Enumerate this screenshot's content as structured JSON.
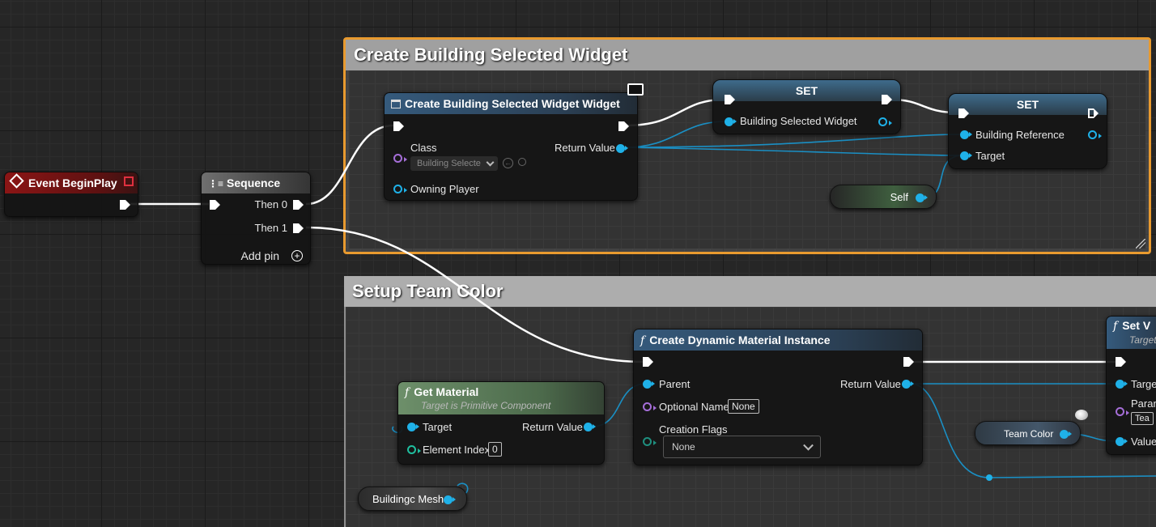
{
  "comments": {
    "create_widget": {
      "title": "Create Building Selected Widget"
    },
    "team_color": {
      "title": "Setup Team Color"
    }
  },
  "nodes": {
    "begin_play": {
      "title": "Event BeginPlay"
    },
    "sequence": {
      "title": "Sequence",
      "then0": "Then 0",
      "then1": "Then 1",
      "add_pin": "Add pin"
    },
    "create_widget": {
      "title": "Create Building Selected Widget Widget",
      "class_label": "Class",
      "class_value": "Building Selecte",
      "owning_player": "Owning Player",
      "return_value": "Return Value"
    },
    "set1": {
      "title": "SET",
      "pin": "Building Selected Widget"
    },
    "set2": {
      "title": "SET",
      "pin1": "Building Reference",
      "pin2": "Target"
    },
    "self": {
      "label": "Self"
    },
    "create_dmi": {
      "title": "Create Dynamic Material Instance",
      "parent": "Parent",
      "optional_name": "Optional Name",
      "optional_name_value": "None",
      "creation_flags": "Creation Flags",
      "creation_flags_value": "None",
      "return_value": "Return Value"
    },
    "get_material": {
      "title": "Get Material",
      "subtitle": "Target is Primitive Component",
      "target": "Target",
      "element_index": "Element Index",
      "element_index_value": "0",
      "return_value": "Return Value"
    },
    "building_mesh": {
      "label": "Buildingc Mesh"
    },
    "team_color": {
      "label": "Team Color"
    },
    "set_vector": {
      "title": "Set V",
      "subtitle": "Target",
      "target": "Targe",
      "param": "Paran",
      "param_value": "Tea",
      "value": "Value"
    }
  },
  "colors": {
    "comment_highlight": "#e89a2f",
    "exec_wire": "#ffffff",
    "object_pin": "#1fb1e8",
    "name_pin": "#a56ed8",
    "int_pin": "#1fbf9f",
    "event_header": "#8b1515",
    "function_header": "#355a7c",
    "pure_header": "#6d8f6a"
  }
}
